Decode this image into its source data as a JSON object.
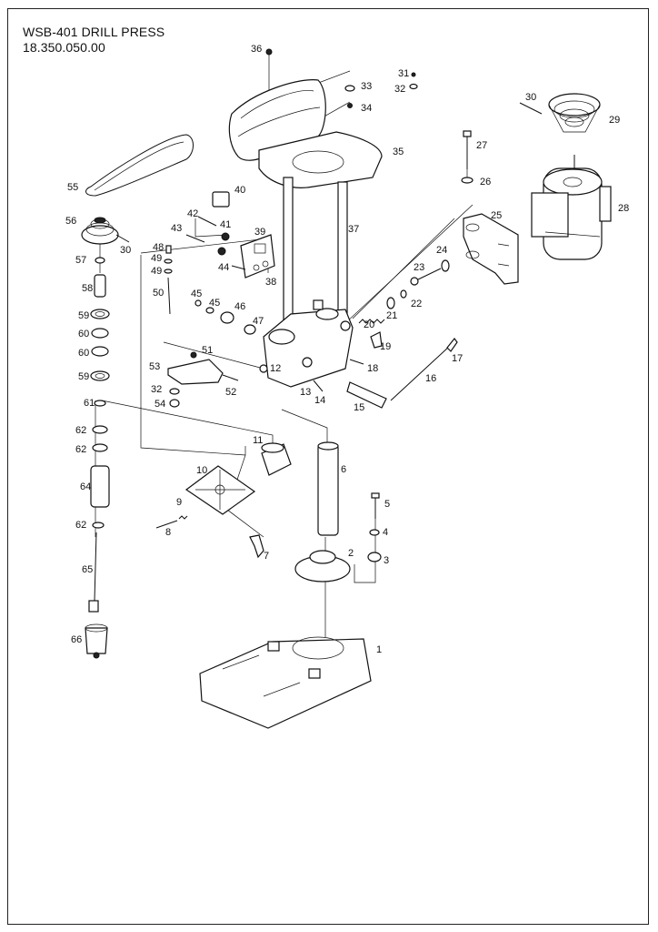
{
  "document": {
    "title": "WSB-401 DRILL PRESS",
    "part_number": "18.350.050.00"
  },
  "callouts": [
    {
      "key": "c36",
      "label": "36"
    },
    {
      "key": "c33",
      "label": "33"
    },
    {
      "key": "c34",
      "label": "34"
    },
    {
      "key": "c31",
      "label": "31"
    },
    {
      "key": "c32a",
      "label": "32"
    },
    {
      "key": "c30a",
      "label": "30"
    },
    {
      "key": "c29",
      "label": "29"
    },
    {
      "key": "c35",
      "label": "35"
    },
    {
      "key": "c27",
      "label": "27"
    },
    {
      "key": "c26",
      "label": "26"
    },
    {
      "key": "c28",
      "label": "28"
    },
    {
      "key": "c25",
      "label": "25"
    },
    {
      "key": "c55",
      "label": "55"
    },
    {
      "key": "c40",
      "label": "40"
    },
    {
      "key": "c42",
      "label": "42"
    },
    {
      "key": "c41",
      "label": "41"
    },
    {
      "key": "c39",
      "label": "39"
    },
    {
      "key": "c43",
      "label": "43"
    },
    {
      "key": "c56",
      "label": "56"
    },
    {
      "key": "c30b",
      "label": "30"
    },
    {
      "key": "c37",
      "label": "37"
    },
    {
      "key": "c24",
      "label": "24"
    },
    {
      "key": "c48",
      "label": "48"
    },
    {
      "key": "c49a",
      "label": "49"
    },
    {
      "key": "c49b",
      "label": "49"
    },
    {
      "key": "c57",
      "label": "57"
    },
    {
      "key": "c44",
      "label": "44"
    },
    {
      "key": "c38",
      "label": "38"
    },
    {
      "key": "c23",
      "label": "23"
    },
    {
      "key": "c58",
      "label": "58"
    },
    {
      "key": "c50",
      "label": "50"
    },
    {
      "key": "c45a",
      "label": "45"
    },
    {
      "key": "c45b",
      "label": "45"
    },
    {
      "key": "c46",
      "label": "46"
    },
    {
      "key": "c22",
      "label": "22"
    },
    {
      "key": "c21",
      "label": "21"
    },
    {
      "key": "c59a",
      "label": "59"
    },
    {
      "key": "c47",
      "label": "47"
    },
    {
      "key": "c20",
      "label": "20"
    },
    {
      "key": "c60a",
      "label": "60"
    },
    {
      "key": "c19",
      "label": "19"
    },
    {
      "key": "c60b",
      "label": "60"
    },
    {
      "key": "c51",
      "label": "51"
    },
    {
      "key": "c17",
      "label": "17"
    },
    {
      "key": "c53",
      "label": "53"
    },
    {
      "key": "c12",
      "label": "12"
    },
    {
      "key": "c18",
      "label": "18"
    },
    {
      "key": "c59b",
      "label": "59"
    },
    {
      "key": "c16",
      "label": "16"
    },
    {
      "key": "c52",
      "label": "52"
    },
    {
      "key": "c32b",
      "label": "32"
    },
    {
      "key": "c13",
      "label": "13"
    },
    {
      "key": "c14",
      "label": "14"
    },
    {
      "key": "c61",
      "label": "61"
    },
    {
      "key": "c54",
      "label": "54"
    },
    {
      "key": "c15",
      "label": "15"
    },
    {
      "key": "c62a",
      "label": "62"
    },
    {
      "key": "c11",
      "label": "11"
    },
    {
      "key": "c62b",
      "label": "62"
    },
    {
      "key": "c6",
      "label": "6"
    },
    {
      "key": "c10",
      "label": "10"
    },
    {
      "key": "c64",
      "label": "64"
    },
    {
      "key": "c5",
      "label": "5"
    },
    {
      "key": "c9",
      "label": "9"
    },
    {
      "key": "c4",
      "label": "4"
    },
    {
      "key": "c8",
      "label": "8"
    },
    {
      "key": "c62c",
      "label": "62"
    },
    {
      "key": "c2",
      "label": "2"
    },
    {
      "key": "c3",
      "label": "3"
    },
    {
      "key": "c7",
      "label": "7"
    },
    {
      "key": "c65",
      "label": "65"
    },
    {
      "key": "c66",
      "label": "66"
    },
    {
      "key": "c1",
      "label": "1"
    }
  ]
}
